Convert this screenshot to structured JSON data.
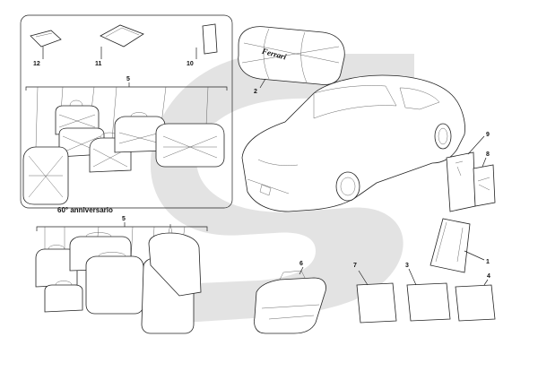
{
  "diagram": {
    "caption": "60° anniversario",
    "brand_text": "Ferrari",
    "labels": {
      "l1": "1",
      "l2": "2",
      "l3": "3",
      "l4": "4",
      "l5_top": "5",
      "l5_bottom": "5",
      "l6": "6",
      "l7": "7",
      "l8": "8",
      "l9": "9",
      "l10": "10",
      "l11": "11",
      "l12": "12"
    },
    "colors": {
      "watermark": "#e3e3e3",
      "line": "#222222",
      "background": "#ffffff"
    }
  }
}
